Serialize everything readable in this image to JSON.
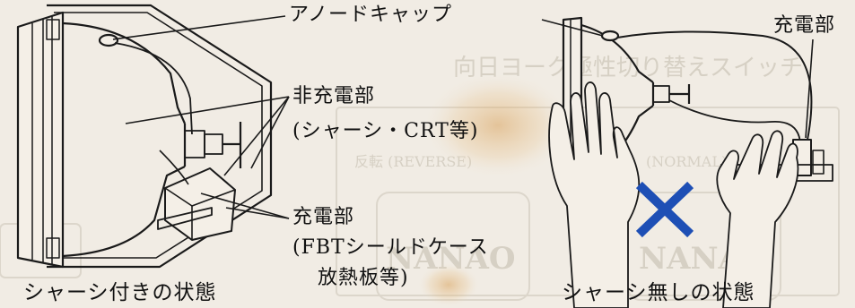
{
  "labels": {
    "anode_cap": "アノードキャップ",
    "non_charged": "非充電部",
    "non_charged_detail": "(シャーシ・CRT等)",
    "charged_left": "充電部",
    "charged_detail_1": "(FBTシールドケース",
    "charged_detail_2": "放熱板等)",
    "charged_right": "充電部"
  },
  "captions": {
    "left": "シャーシ付きの状態",
    "right": "シャーシ無しの状態"
  },
  "background_text": {
    "top": "向日ヨーク極性切り替えスイッチ",
    "normal": "(NORMAL)",
    "reverse": "反転 (REVERSE)",
    "logo_1": "NANAO",
    "logo_2": "NANAO"
  },
  "colors": {
    "line": "#1a1a1a",
    "cross": "#1e4fb5",
    "paper": "#f1ece4",
    "faded": "#ddd7cc",
    "stain": "#d9a25c"
  },
  "icons": {
    "prohibit": "x-mark-icon"
  }
}
